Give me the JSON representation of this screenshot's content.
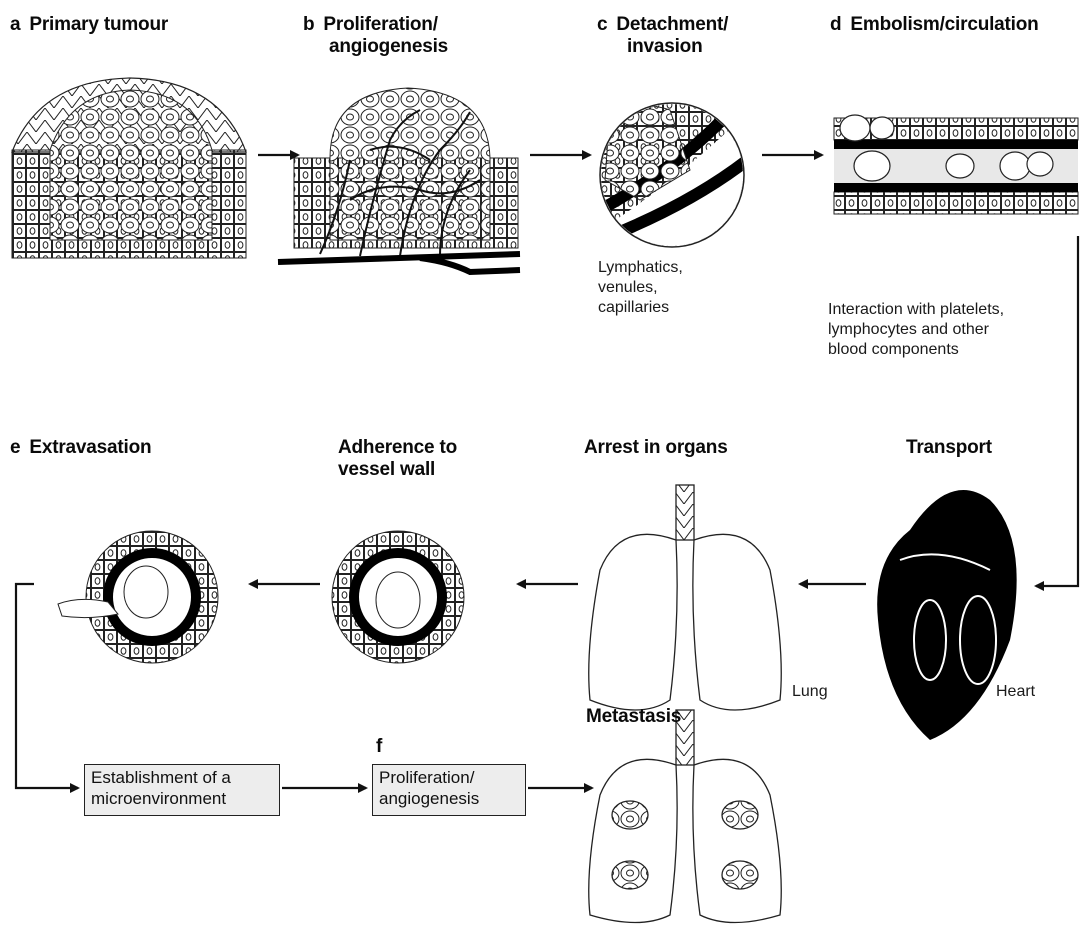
{
  "stages": {
    "a": {
      "key": "a",
      "title": "Primary tumour"
    },
    "b": {
      "key": "b",
      "title_line1": "Proliferation/",
      "title_line2": "angiogenesis"
    },
    "c": {
      "key": "c",
      "title_line1": "Detachment/",
      "title_line2": "invasion"
    },
    "d": {
      "key": "d",
      "title": "Embolism/circulation"
    },
    "e": {
      "key": "e",
      "title": "Extravasation"
    },
    "f": {
      "key": "f"
    }
  },
  "labels": {
    "adherence_line1": "Adherence to",
    "adherence_line2": "vessel wall",
    "arrest": "Arrest in organs",
    "transport": "Transport",
    "metastasis": "Metastasis",
    "lung": "Lung",
    "heart": "Heart"
  },
  "notes": {
    "invasion": [
      "Lymphatics,",
      "venules,",
      "capillaries"
    ],
    "circulation": [
      "Interaction with platelets,",
      "lymphocytes and other",
      "blood components"
    ]
  },
  "boxes": {
    "microenvironment_line1": "Establishment of a",
    "microenvironment_line2": "microenvironment",
    "proliferation_line1": "Proliferation/",
    "proliferation_line2": "angiogenesis"
  }
}
